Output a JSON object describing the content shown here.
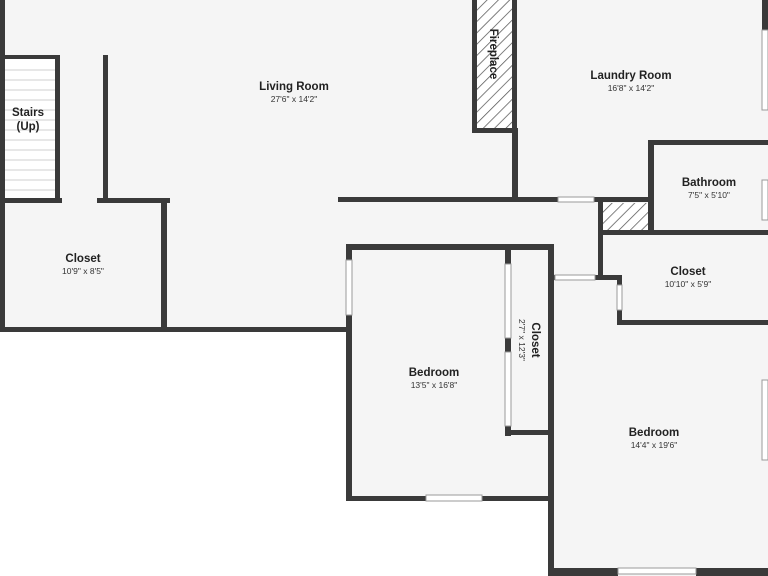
{
  "rooms": {
    "stairs": {
      "name_line1": "Stairs",
      "name_line2": "(Up)"
    },
    "living_room": {
      "name": "Living Room",
      "dims": "27'6\" x 14'2\""
    },
    "fireplace": {
      "name": "Fireplace"
    },
    "laundry_room": {
      "name": "Laundry Room",
      "dims": "16'8\" x 14'2\""
    },
    "bathroom": {
      "name": "Bathroom",
      "dims": "7'5\" x 5'10\""
    },
    "closet_left": {
      "name": "Closet",
      "dims": "10'9\" x 8'5\""
    },
    "closet_right": {
      "name": "Closet",
      "dims": "10'10\" x 5'9\""
    },
    "closet_vertical": {
      "name": "Closet",
      "dims": "2'7\" x 12'3\""
    },
    "bedroom_center": {
      "name": "Bedroom",
      "dims": "13'5\" x 16'8\""
    },
    "bedroom_right": {
      "name": "Bedroom",
      "dims": "14'4\" x 19'6\""
    }
  },
  "colors": {
    "wall": "#3a3a3a",
    "floor": "#f5f5f5",
    "background": "#ffffff"
  }
}
